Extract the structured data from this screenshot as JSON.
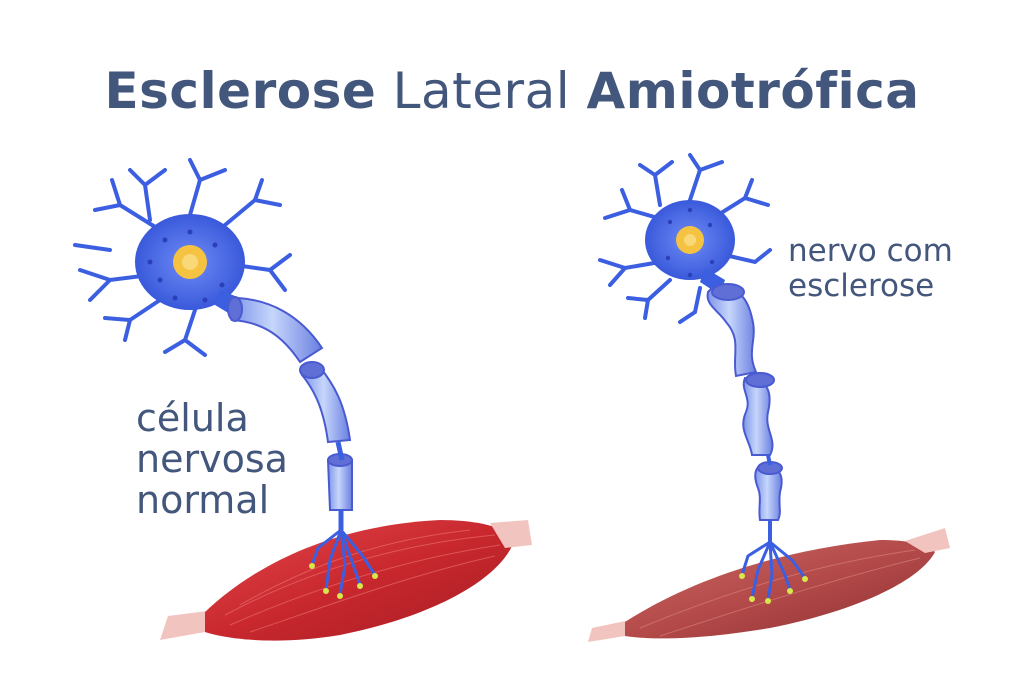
{
  "title": {
    "part1": "Esclerose",
    "part2": " Lateral ",
    "part3": "Amiotrófica"
  },
  "labels": {
    "normal": {
      "line1": "célula",
      "line2": "nervosa",
      "line3": "normal"
    },
    "sclerosis": {
      "line1": "nervo com",
      "line2": "esclerose"
    }
  },
  "colors": {
    "title": "#43567c",
    "neuron": "#3b5fe0",
    "neuron_dark": "#2a3fb8",
    "nucleus": "#f5c242",
    "myelin_light": "#a9c3f7",
    "myelin_dark": "#5f6fd6",
    "muscle_normal": "#c8282e",
    "muscle_atrophied": "#b44a4a",
    "tendon": "#f2c4c0"
  },
  "icons": [
    "neuron-normal-icon",
    "neuron-sclerosis-icon",
    "muscle-normal-icon",
    "muscle-atrophied-icon"
  ]
}
